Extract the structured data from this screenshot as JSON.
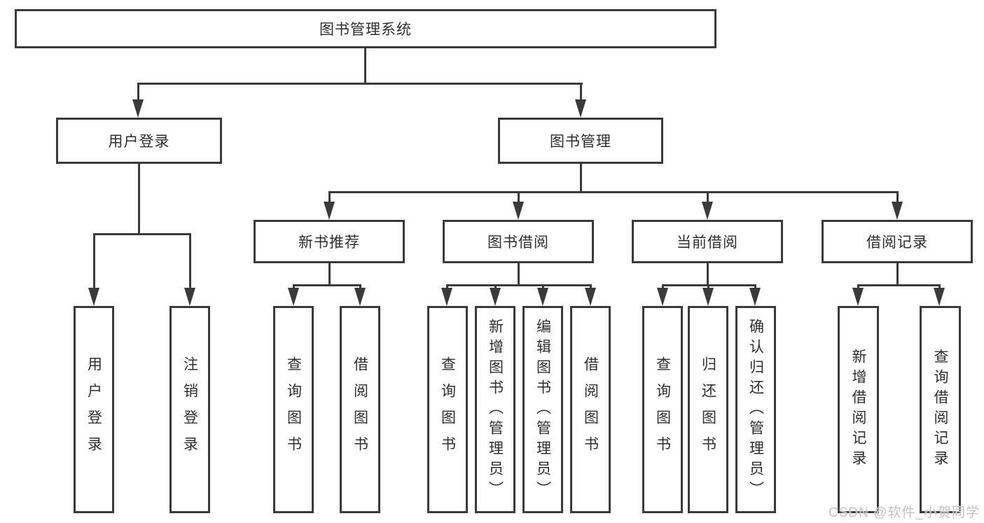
{
  "diagram": {
    "root": "图书管理系统",
    "branches": [
      {
        "label": "用户登录",
        "children": [
          "用户登录",
          "注销登录"
        ]
      },
      {
        "label": "图书管理",
        "groups": [
          {
            "label": "新书推荐",
            "children": [
              "查询图书",
              "借阅图书"
            ]
          },
          {
            "label": "图书借阅",
            "children": [
              "查询图书",
              "新增图书（管理员）",
              "编辑图书（管理员）",
              "借阅图书"
            ]
          },
          {
            "label": "当前借阅",
            "children": [
              "查询图书",
              "归还图书",
              "确认归还（管理员）"
            ]
          },
          {
            "label": "借阅记录",
            "children": [
              "新增借阅记录",
              "查询借阅记录"
            ]
          }
        ]
      }
    ],
    "colors": {
      "line": "#3a3a3a",
      "text": "#2e2e2e",
      "watermark": "#c3c3c3"
    },
    "watermark": "CSDN @软件_小贺同学"
  }
}
